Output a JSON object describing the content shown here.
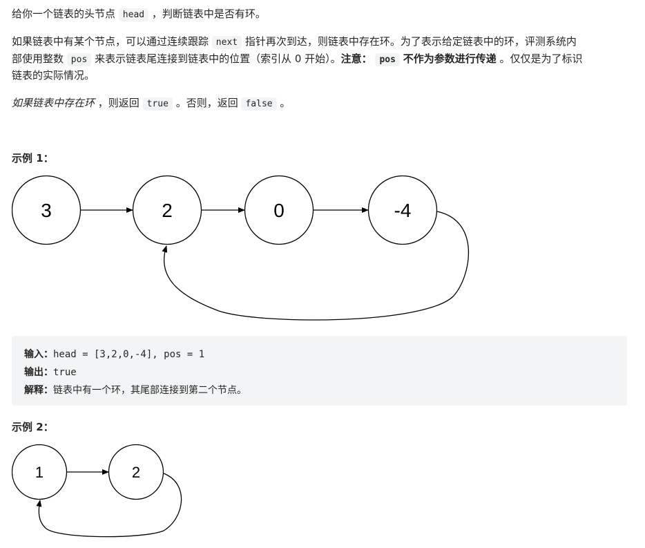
{
  "intro": {
    "p1_a": "给你一个链表的头节点",
    "p1_code": "head",
    "p1_b": "，判断链表中是否有环。",
    "p2_a": "如果链表中有某个节点，可以通过连续跟踪",
    "p2_code1": "next",
    "p2_b": "指针再次到达，则链表中存在环。为了表示给定链表中的环，评测系统内",
    "p2_c": "部使用整数",
    "p2_code2": "pos",
    "p2_d": "来表示链表尾连接到链表中的位置（索引从 0 开始）。",
    "p2_note_label": "注意：",
    "p2_code3": "pos",
    "p2_note_bold": "不作为参数进行传递",
    "p2_e": "。仅仅是为了标识",
    "p2_f": "链表的实际情况。",
    "p3_italic": "如果链表中存在环",
    "p3_a": "，则返回",
    "p3_code1": "true",
    "p3_b": "。否则，返回",
    "p3_code2": "false",
    "p3_c": "。"
  },
  "example1": {
    "title": "示例 1：",
    "nodes": [
      "3",
      "2",
      "0",
      "-4"
    ],
    "input_label": "输入：",
    "input_value": "head = [3,2,0,-4], pos = 1",
    "output_label": "输出：",
    "output_value": "true",
    "explain_label": "解释：",
    "explain_value": "链表中有一个环，其尾部连接到第二个节点。"
  },
  "example2": {
    "title": "示例 2：",
    "nodes": [
      "1",
      "2"
    ]
  },
  "colors": {
    "stroke": "#000000",
    "code_bg": "#f2f3f4",
    "pre_bg": "#f3f4f5"
  }
}
